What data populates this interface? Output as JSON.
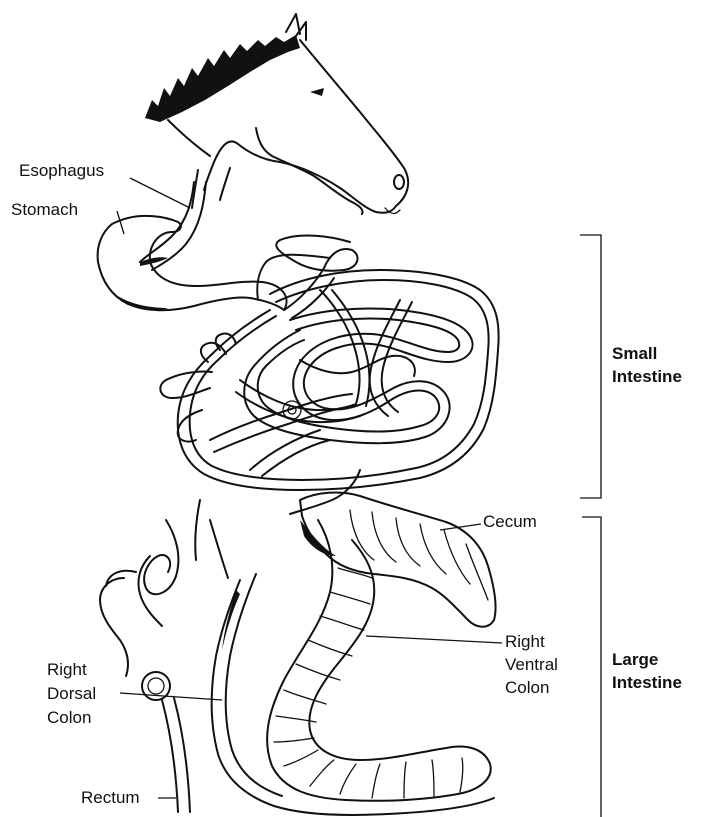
{
  "labels": {
    "esophagus": "Esophagus",
    "stomach": "Stomach",
    "small_intestine_line1": "Small",
    "small_intestine_line2": "Intestine",
    "large_intestine_line1": "Large",
    "large_intestine_line2": "Intestine",
    "cecum": "Cecum",
    "right_ventral_colon_line1": "Right",
    "right_ventral_colon_line2": "Ventral",
    "right_ventral_colon_line3": "Colon",
    "right_dorsal_colon_line1": "Right",
    "right_dorsal_colon_line2": "Dorsal",
    "right_dorsal_colon_line3": "Colon",
    "rectum": "Rectum"
  }
}
